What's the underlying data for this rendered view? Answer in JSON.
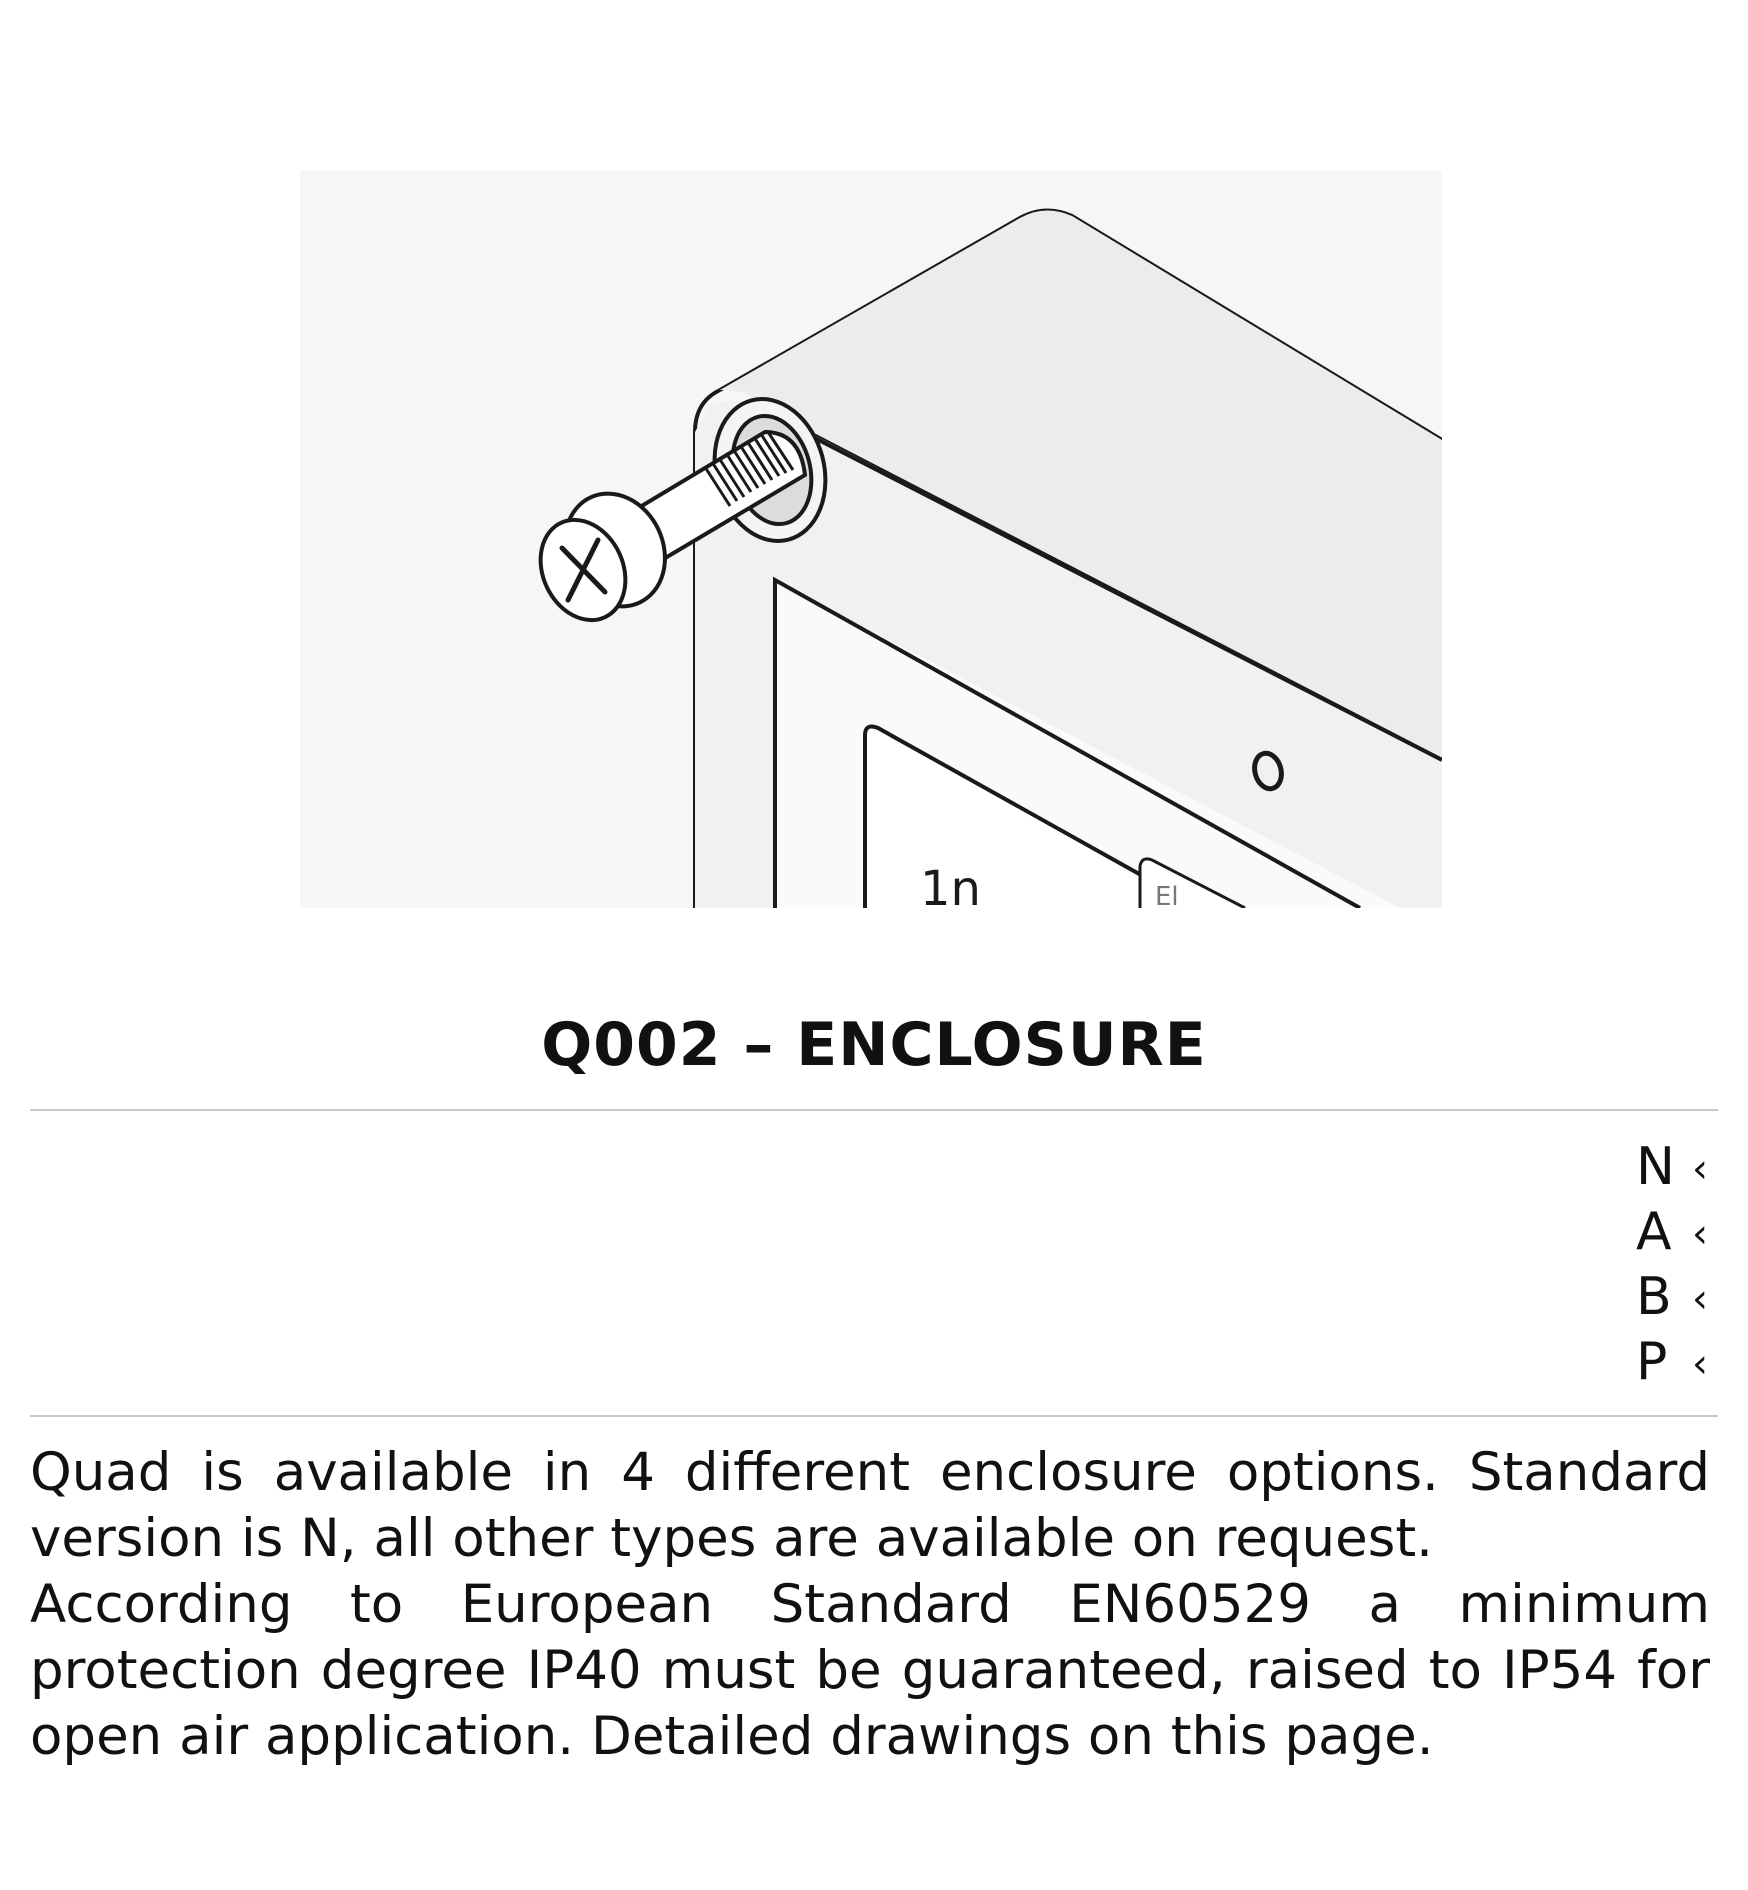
{
  "product": {
    "title": "Q002 – ENCLOSURE"
  },
  "illustration": {
    "visible_label": "1n",
    "visible_label_2": "El"
  },
  "options": [
    {
      "letter": "N",
      "chevron": "‹"
    },
    {
      "letter": "A",
      "chevron": "‹"
    },
    {
      "letter": "B",
      "chevron": "‹"
    },
    {
      "letter": "P",
      "chevron": "‹"
    }
  ],
  "description": {
    "paragraph_1": "Quad is available in 4 different enclosure options. Standard version is N, all other types are available on request.",
    "paragraph_2": "According to European Standard EN60529 a minimum protection degree IP40 must be guaranteed, raised to IP54 for open air application. Detailed drawings on this page."
  }
}
